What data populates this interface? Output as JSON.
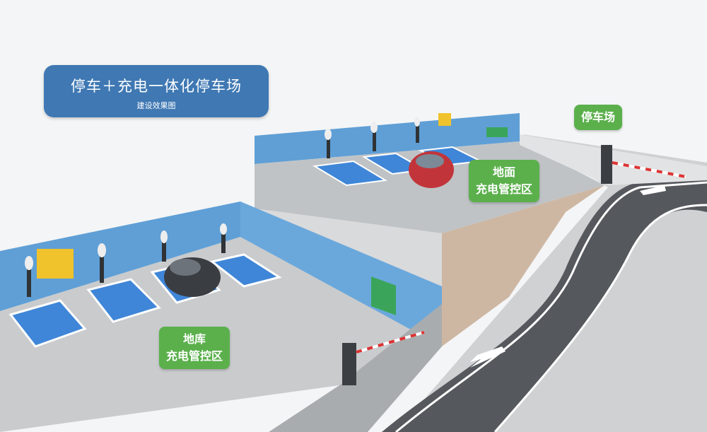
{
  "title": {
    "main": "停车＋充电一体化停车场",
    "sub": "建设效果图"
  },
  "labels": {
    "parking_lot": "停车场",
    "ground_zone_line1": "地面",
    "ground_zone_line2": "充电管控区",
    "basement_zone_line1": "地库",
    "basement_zone_line2": "充电管控区"
  },
  "colors": {
    "title_bg": "#3f78b3",
    "label_bg": "#5bb04c",
    "wall": "#5f9fd6",
    "bay": "#3f86d8"
  }
}
